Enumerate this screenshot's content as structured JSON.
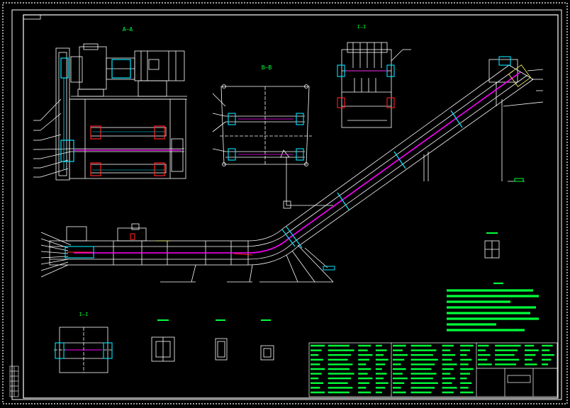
{
  "drawing": {
    "section_labels": {
      "aa": "A—A",
      "bb": "B—B",
      "cc": "I—I",
      "dd": "I—I"
    },
    "colors": {
      "background": "#000000",
      "frame": "#ffffff",
      "chain": "#ff00ff",
      "component": "#00e5ff",
      "accent": "#ff2222",
      "annotation": "#00ff3a",
      "detail": "#ffff66"
    }
  }
}
